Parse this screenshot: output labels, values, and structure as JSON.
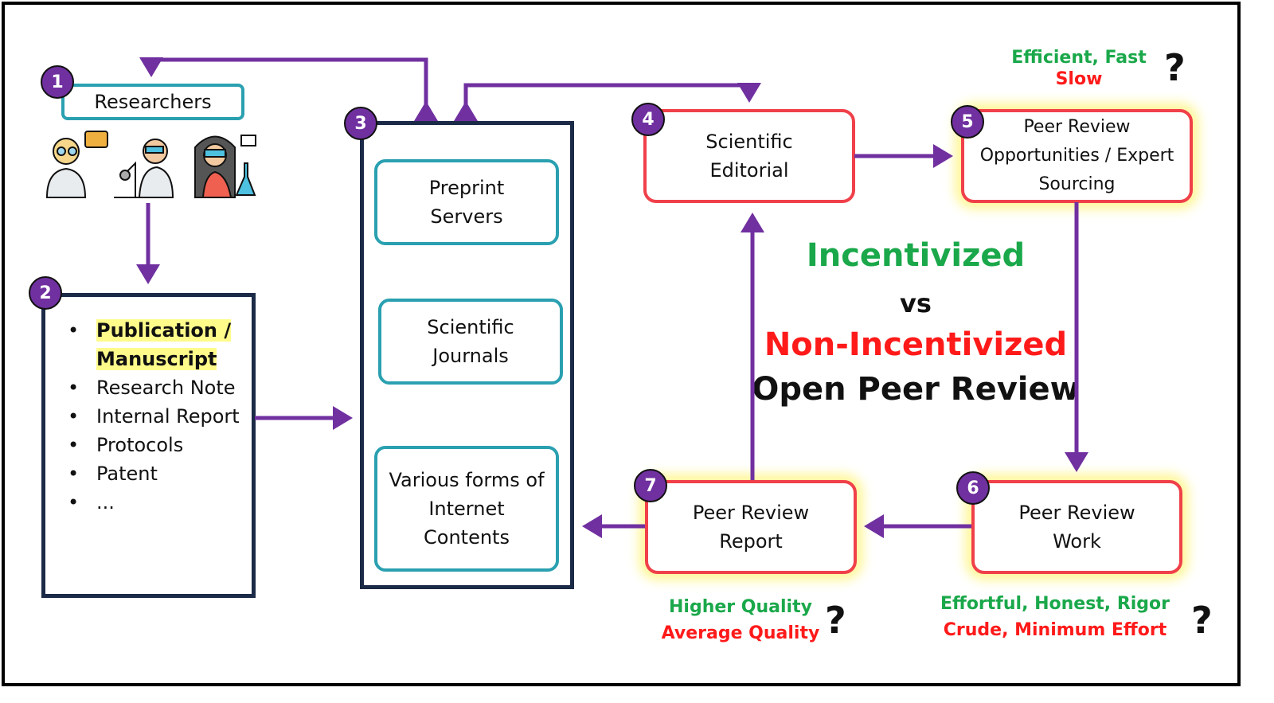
{
  "colors": {
    "arrow": "#7030a0",
    "badge": "#7030a0",
    "teal": "#2aa0b0",
    "red": "#f0404a",
    "navy": "#1b2a47",
    "green": "#1aa84a",
    "alert": "#ff1a1a"
  },
  "nodes": {
    "n1": {
      "number": "1",
      "label": "Researchers"
    },
    "n2": {
      "number": "2",
      "items": [
        "Publication / Manuscript",
        "Research Note",
        "Internal Report",
        "Protocols",
        "Patent",
        "..."
      ]
    },
    "n3": {
      "number": "3",
      "items": [
        "Preprint Servers",
        "Scientific Journals",
        "Various forms of Internet Contents"
      ]
    },
    "n4": {
      "number": "4",
      "label": "Scientific Editorial"
    },
    "n5": {
      "number": "5",
      "label": "Peer Review Opportunities / Expert Sourcing"
    },
    "n6": {
      "number": "6",
      "label": "Peer Review Work"
    },
    "n7": {
      "number": "7",
      "label": "Peer Review Report"
    }
  },
  "center": {
    "line1": "Incentivized",
    "line2": "vs",
    "line3": "Non-Incentivized",
    "line4": "Open Peer Review"
  },
  "notes": {
    "n5": {
      "good": "Efficient, Fast",
      "bad": "Slow",
      "mark": "?"
    },
    "n7": {
      "good": "Higher Quality",
      "bad": "Average Quality",
      "mark": "?"
    },
    "n6": {
      "good": "Effortful, Honest, Rigor",
      "bad": "Crude, Minimum Effort",
      "mark": "?"
    }
  }
}
